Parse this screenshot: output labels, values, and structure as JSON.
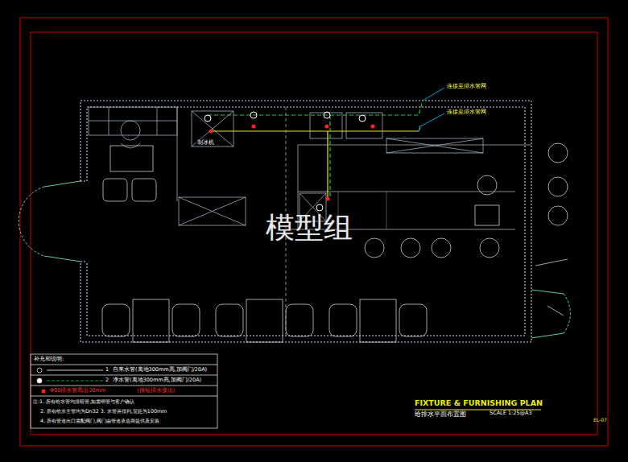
{
  "diagram": {
    "title": "FIXTURE & FURNISHING PLAN",
    "caption": "给排水平面布置图",
    "labels": [
      "补充和说明:",
      "1",
      "2",
      "(按给排水接出)",
      "注:1. 所有给水管均排暗管,如需明管与客户确认",
      "2. 所有给水主管均为Dn32  3. 水管并排列,室距为100mm",
      "4. 所有管道出口需配阀门,阀门由管道承造商提供及安装",
      "连接至排水管网",
      "连接至排水管网",
      "制冰机",
      "模型组",
      "SCALE 1:25@A3",
      "EL-07"
    ],
    "legend": [
      {
        "text": "自来水管(离地300mm高,加阀门/20A)"
      },
      {
        "text": "净水管(离地300mm高,加阀门/20A)"
      },
      {
        "text": "Φ50排水管高出20mm"
      }
    ]
  }
}
